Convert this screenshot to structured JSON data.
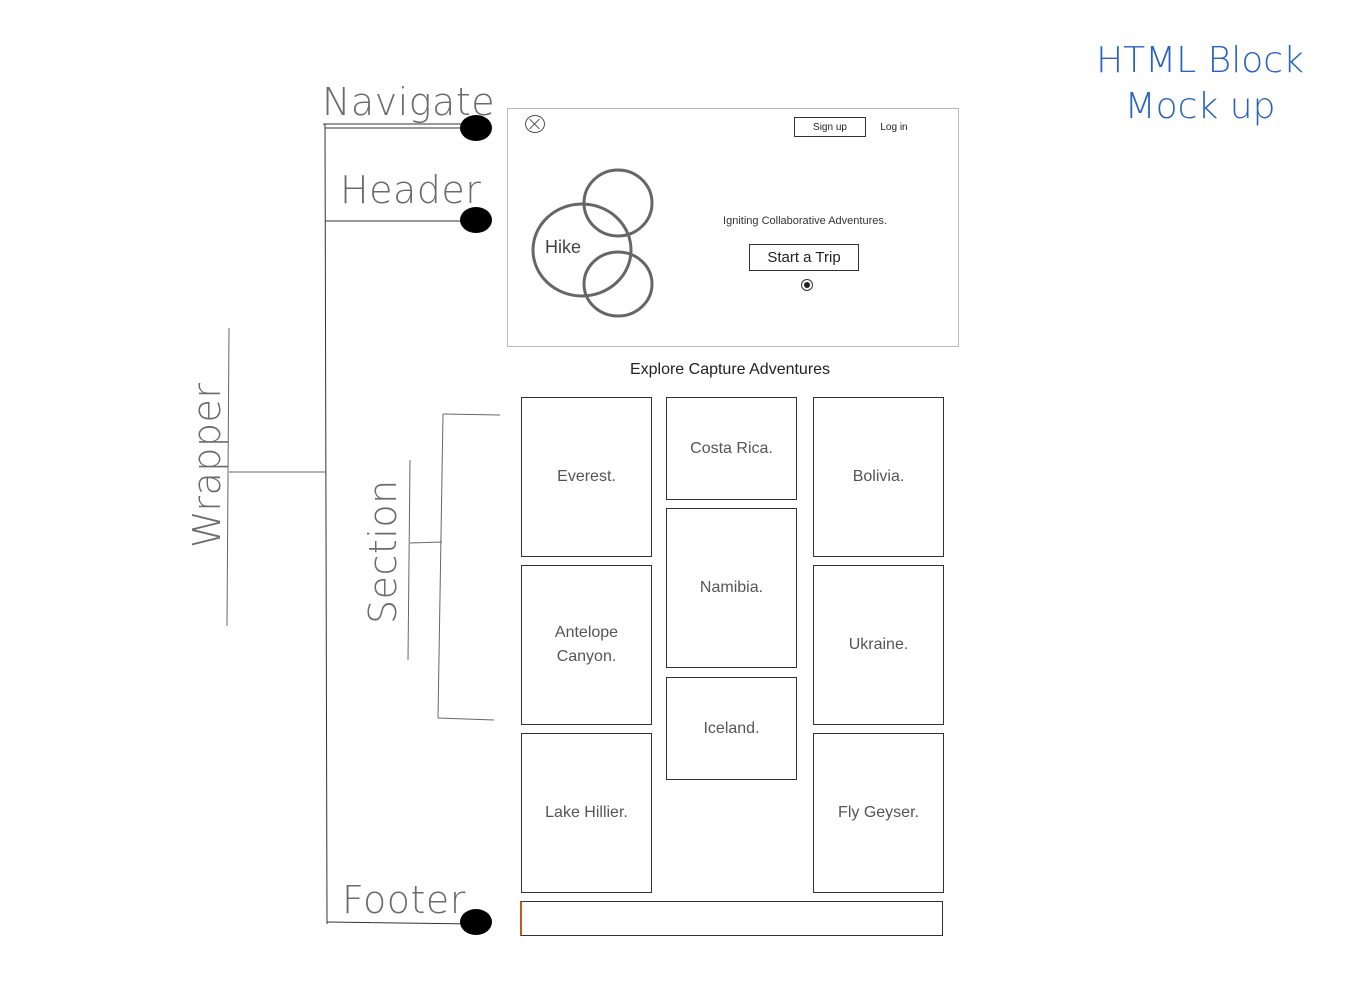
{
  "title": {
    "line1": "HTML Block",
    "line2": "Mock up"
  },
  "annotations": {
    "navigate": "Navigate",
    "header": "Header",
    "wrapper": "Wrapper",
    "section": "Section",
    "footer": "Footer"
  },
  "mockup": {
    "nav": {
      "signup": "Sign up",
      "login": "Log in",
      "logo_icon": "close-circle-icon"
    },
    "header": {
      "hike_label": "Hike",
      "tagline": "Igniting Collaborative Adventures.",
      "cta": "Start a Trip"
    },
    "section": {
      "heading": "Explore Capture Adventures",
      "cards": [
        "Everest.",
        "Costa Rica.",
        "Bolivia.",
        "Namibia.",
        "Antelope Canyon.",
        "Ukraine.",
        "Iceland.",
        "Lake Hillier.",
        "Fly Geyser."
      ]
    },
    "footer": {}
  },
  "colors": {
    "title_blue": "#2a62c4",
    "annotation_gray": "#6b6b6b",
    "footer_accent": "#c05a1a"
  }
}
